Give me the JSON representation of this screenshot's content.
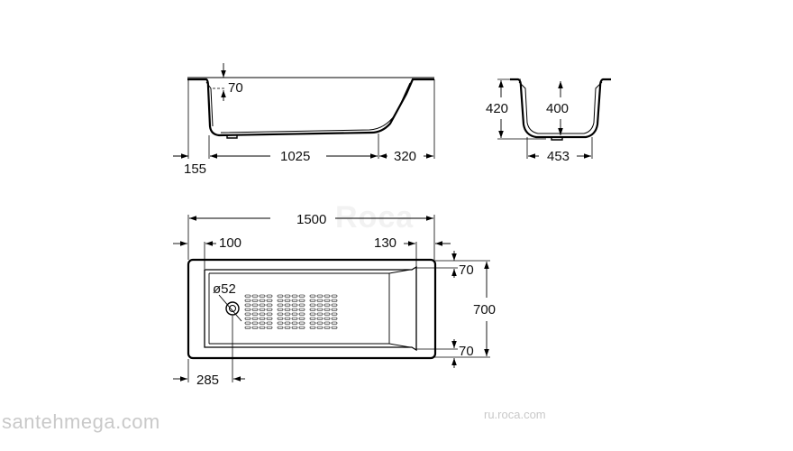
{
  "side_view": {
    "rim_height": "70",
    "left_offset": "155",
    "bottom_length": "1025",
    "right_offset": "320"
  },
  "end_view": {
    "total_height": "420",
    "inner_depth": "400",
    "bottom_width": "453"
  },
  "top_view": {
    "total_length": "1500",
    "left_rim": "100",
    "right_rim": "130",
    "drain_diameter": "ø52",
    "drain_offset": "285",
    "rim_top": "70",
    "rim_bottom": "70",
    "total_width": "700"
  },
  "watermarks": {
    "left": "santehmega.com",
    "right": "ru.roca.com",
    "logo": "Roca"
  },
  "colors": {
    "line": "#000000",
    "text": "#111111",
    "watermark": "#c9c9c9"
  }
}
